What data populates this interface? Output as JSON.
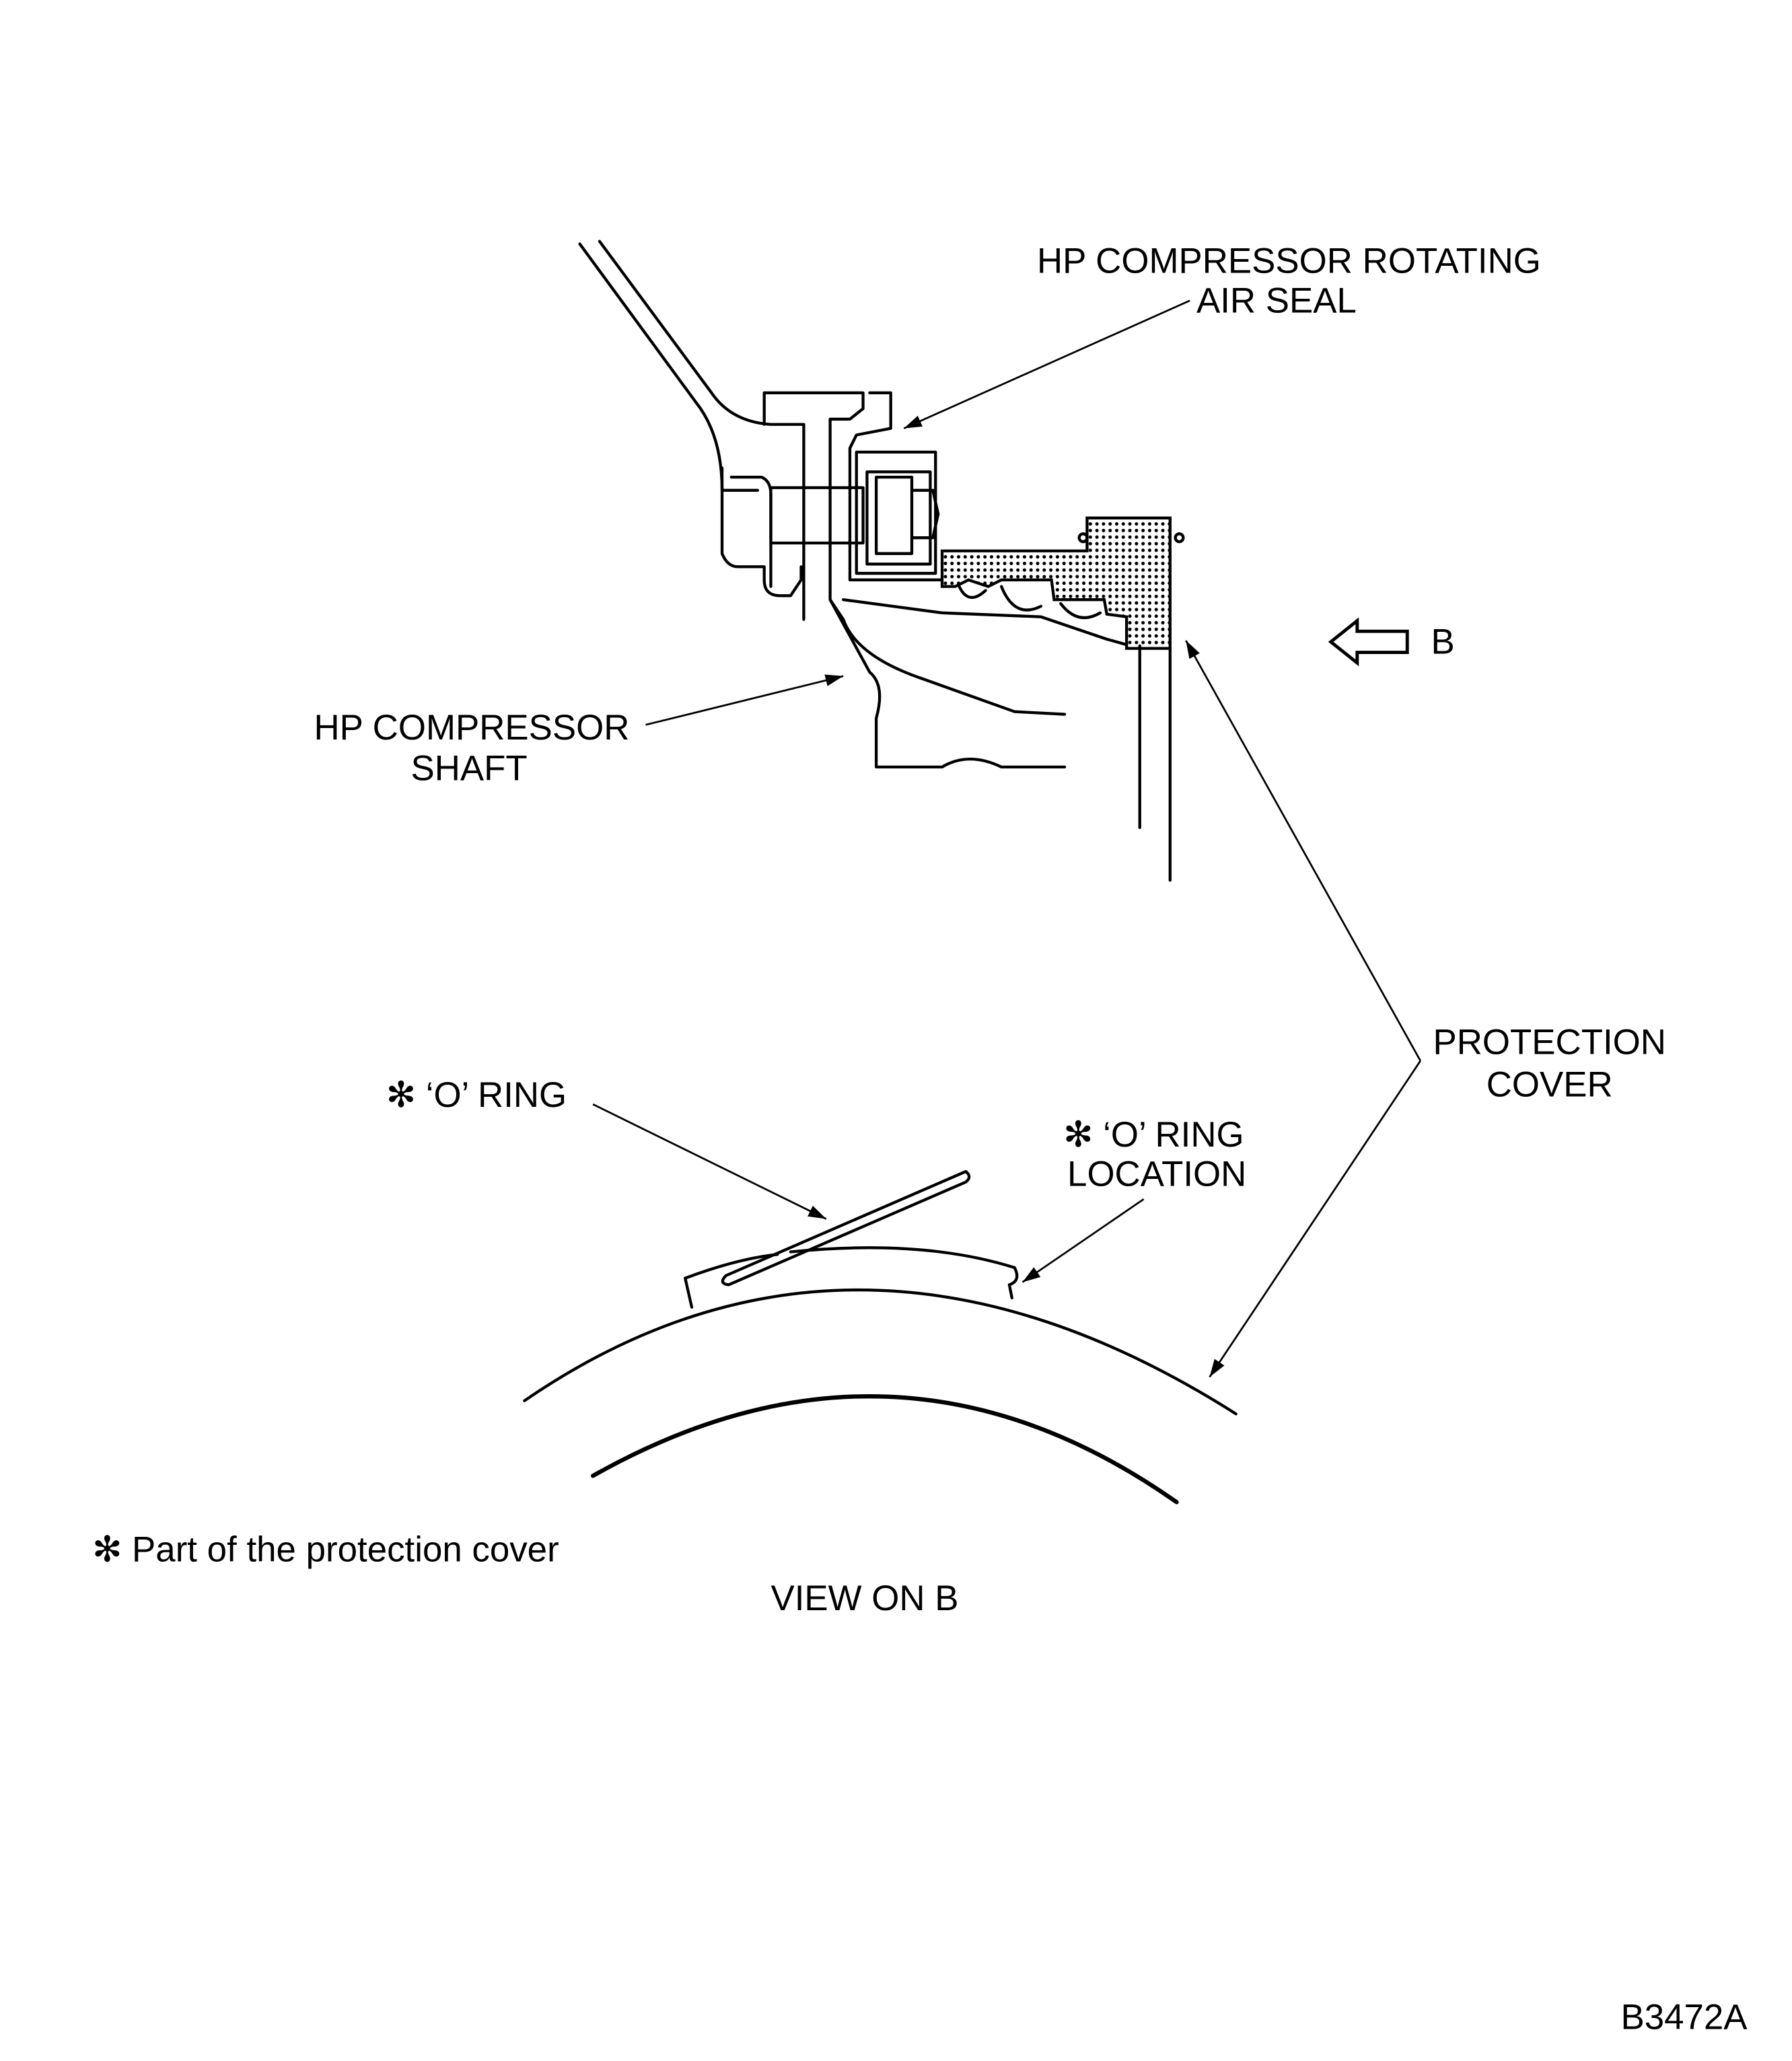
{
  "labels": {
    "air_seal_line1": "HP COMPRESSOR ROTATING",
    "air_seal_line2": "AIR SEAL",
    "shaft_line1": "HP COMPRESSOR",
    "shaft_line2": "SHAFT",
    "view_arrow": "B",
    "protection_line1": "PROTECTION",
    "protection_line2": "COVER",
    "o_ring": "✻ ‘O’ RING",
    "o_ring_location_line1": "✻ ‘O’ RING",
    "o_ring_location_line2": "LOCATION",
    "footnote": "✻ Part of the protection cover",
    "view_title": "VIEW ON B",
    "figure_id": "B3472A"
  },
  "colors": {
    "ink": "#000000",
    "paper": "#ffffff"
  }
}
